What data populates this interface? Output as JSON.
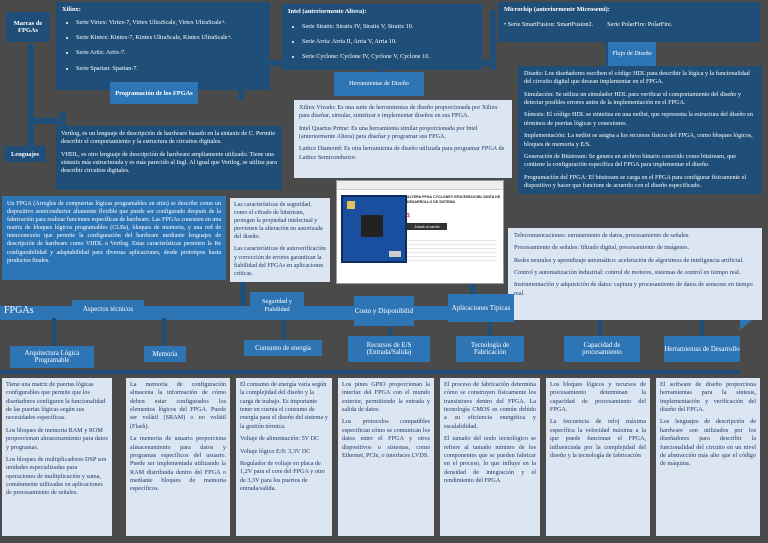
{
  "top": {
    "marcas": "Marcas de FPGAs",
    "xilinx_title": "Xilinx:",
    "xilinx_items": [
      "Serie Virtex: Virtex-7, Virtex UltraScale, Virtex UltraScale+.",
      "Serie Kintex: Kintex-7, Kintex UltraScale, Kintex UltraScale+.",
      "Serie Artix: Artix-7.",
      "Serie Spartan: Spartan-7."
    ],
    "intel_title": "Intel (anteriormente Altera):",
    "intel_items": [
      "Serie Stratix: Stratix IV, Stratix V, Stratix 10.",
      "Serie Arria: Arria II, Arria V, Arria 10.",
      "Serie Cyclone: Cyclone IV, Cyclone V, Cyclone 10."
    ],
    "micro_title": "Microchip (anteriormente Microsemi):",
    "micro_item1": "Serie SmartFusion: SmartFusion2.",
    "micro_item2": "Serie PolarFire: PolarFire.",
    "flujo": "Flujo de Diseño",
    "programacion": "Programación de los FPGAs",
    "herramientas": "Herramientas de Diseño",
    "lenguajes": "Lenguajes"
  },
  "text": {
    "lenguajes_p1": "Verilog, es un lenguaje de descripción de hardware basado en la sintaxis de C. Permite describir el comportamiento y la estructura de circuitos digitales.",
    "lenguajes_p2": "VHDL, es otro lenguaje de descripción de hardware ampliamente utilizado. Tiene una sintaxis más estructurada y es más parecido al Ingl. Al igual que Verilog, se utiliza para describir circuitos digitales.",
    "herr_p1": "Xilinx Vivado: Es una suite de herramientas de diseño proporcionada por Xilinx para diseñar, simular, sintetizar e implementar diseños en sus FPGA.",
    "herr_p2": "Intel Quartus Prime: Es una herramienta similar proporcionada por Intel (anteriormente Altera) para diseñar y programar sus FPGA.",
    "herr_p3": "Lattice Diamond: Es otra herramienta de diseño utilizada para programar FPGA de Lattice Semiconductor.",
    "flujo_p1": "Diseño: Los diseñadores escriben el código HDL para describir la lógica y la funcionalidad del circuito digital que desean implementar en el FPGA.",
    "flujo_p2": "Simulación: Se utiliza un simulador HDL para verificar el comportamiento del diseño y detectar posibles errores antes de la implementación en el FPGA.",
    "flujo_p3": "Síntesis: El código HDL se sintetiza en una netlist, que representa la estructura del diseño en términos de puertas lógicas y conexiones.",
    "flujo_p4": "Implementación: La netlist se asigna a los recursos físicos del FPGA, como bloques lógicos, bloques de memoria y E/S.",
    "flujo_p5": "Generación de Bitstream: Se genera un archivo binario conocido como bitstream, que contiene la configuración específica del FPGA para implementar el diseño.",
    "flujo_p6": "Programación del FPGA: El bitstream se carga en el FPGA para configurar físicamente el dispositivo y hacer que funcione de acuerdo con el diseño especificado.",
    "fpga_def": "Un FPGA (Arreglos de compuertas lógicas programables en sitio) se describe como un dispositivo semiconductor altamente flexible que puede ser configurado después de la fabricación para realizar funciones específicas de hardware. Las FPGAs consisten en una matriz de bloques lógicos programables (CLBs), bloques de memoria, y una red de interconexión que permite la configuración del hardware mediante lenguajes de descripción de hardware como VHDL o Verilog. Estas características permiten la Re configurabilidad y adaptabilidad para diversas aplicaciones, desde prototipos hasta productos finales.",
    "seg_p1": "Las características de seguridad, como el cifrado de bitstream, protegen la propiedad intelectual y previenen la alteración no autorizada del diseño.",
    "seg_p2": "Las características de autoverificación y corrección de errores garantizan la fiabilidad del FPGAs en aplicaciones críticas.",
    "apl_p1": "Telecomunicaciones: enrutamiento de datos, procesamiento de señales.",
    "apl_p2": "Procesamiento de señales: filtrado digital, procesamiento de imágenes.",
    "apl_p3": "Redes neurales y aprendizaje automático: aceleración de algoritmos de inteligencia artificial.",
    "apl_p4": "Control y automatización industrial: control de motores, sistemas de control en tiempo real.",
    "apl_p5": "Instrumentación y adquisición de datos: captura y procesamiento de datos de sensores en tiempo real."
  },
  "axis": {
    "fpgas": "FPGAs",
    "aspectos": "Aspectos técnicos",
    "seguridad": "Seguridad y Fiabilidad",
    "costo": "Costo y Disponibilid",
    "aplicaciones": "Aplicaciones Típicas"
  },
  "cats": {
    "arquitectura": "Arquitectura Lógica Programable",
    "memoria": "Memoria",
    "consumo": "Consumo de energía",
    "recursos": "Recursos de E/S (Entrada/Salida)",
    "tecnologia": "Tecnología de Fabricación",
    "capacidad": "Capacidad de procesamiento",
    "herrdes": "Herramientas de Desarrollo"
  },
  "bottom": {
    "arq_p1": "Tiene una matriz de puertas lógicas configurables que permite que los diseñadores configuren la funcionalidad de las puertas lógicas según sus necesidades específicas.",
    "arq_p2": "Los bloques de memoria RAM y ROM proporcionan almacenamiento para datos y programas.",
    "arq_p3": "Los bloques de multiplicadores DSP son unidades especializadas para operaciones de multiplicación y suma, comúnmente utilizadas en aplicaciones de procesamiento de señales.",
    "mem_p1": "La memoria de configuración almacena la información de cómo deben estar configurados los elementos lógicos del FPGA. Puede ser volátil (SRAM) o no volátil (Flash).",
    "mem_p2": "La memoria de usuario proporciona almacenamiento para datos y programas específicos del usuario. Puede ser implementada utilizando la RAM distribuida dentro del FPGA o mediante bloques de memoria específicos.",
    "con_p1": "El consumo de energía varía según la complejidad del diseño y la carga de trabajo. Es importante tener en cuenta el consumo de energía para el diseño del sistema y la gestión térmica.",
    "con_p2": "Voltaje de alimentación: 5V DC",
    "con_p3": "Voltaje lógico E/S: 3,3V DC",
    "con_p4": "Regulador de voltaje en placa de 1,2V para el core del FPGA y otro de 3,3V para los puertos de entrada/salida.",
    "rec_p1": "Los pines GPIO proporcionan la interfaz del FPGA con el mundo exterior, permitiendo la entrada y salida de datos.",
    "rec_p2": "Los protocolos compatibles especifican cómo se comunican los datos entre el FPGA y otros dispositivos o sistemas, como Ethernet, PCIe, o interfaces LVDS.",
    "tec_p1": "El proceso de fabricación determina cómo se construyen físicamente los transistores dentro del FPGA. La tecnología CMOS es común debido a su eficiencia energética y escalabilidad.",
    "tec_p2": "El tamaño del nodo tecnológico se refiere al tamaño mínimo de los componentes que se pueden fabricar en el proceso, lo que influye en la densidad de integración y el rendimiento del FPGA",
    "cap_p1": "Los bloques lógicos y recursos de procesamiento determinan la capacidad de procesamiento del FPGA.",
    "cap_p2": "La frecuencia de reloj máxima específica la velocidad máxima a la que puede funcionar el FPGA, influenciada por la complejidad del diseño y la tecnología de fabricación",
    "her_p1": "El software de diseño proporciona herramientas para la síntesis, implementación y verificación del diseño del FPGA.",
    "her_p2": "Los lenguajes de descripción de hardware son utilizados por los diseñadores para describir la funcionalidad del circuito en un nivel de abstracción más alto que el código de máquina."
  },
  "product": {
    "title": "ALTERA FPGA CYCLONE® EP4CE6E22C8N JUNTA DE DESARROLLO DE SISTEMA",
    "price": "$",
    "button": "Añadir al carrito"
  },
  "colors": {
    "dark": "#1f4e79",
    "mid": "#2e75b6",
    "light": "#dce6f2",
    "bg": "#4a4a4a"
  }
}
